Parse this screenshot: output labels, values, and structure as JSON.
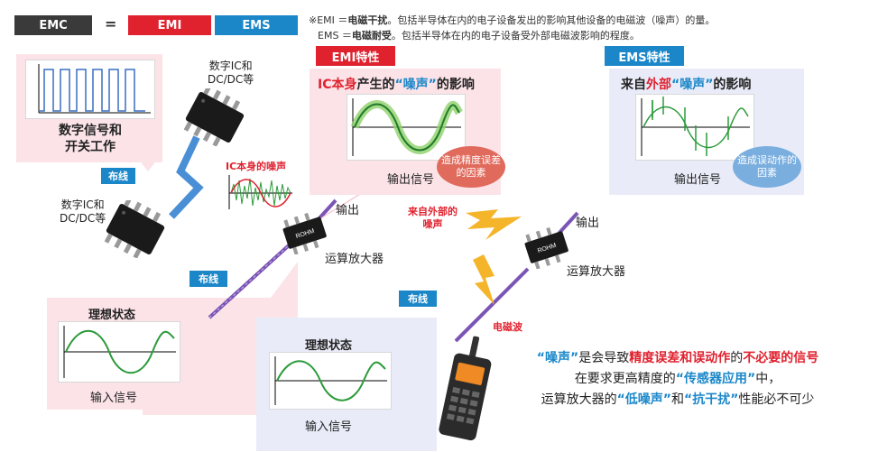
{
  "header": {
    "emc": "EMC",
    "equals": "=",
    "emi": "EMI",
    "ems": "EMS",
    "note1_prefix": "※EMI ＝",
    "note1_bold": "电磁干扰",
    "note1_rest": "。包括半导体在内的电子设备发出的影响其他设备的电磁波（噪声）的量。",
    "note2_prefix": "EMS ＝",
    "note2_bold": "电磁耐受",
    "note2_rest": "。包括半导体在内的电子设备受外部电磁波影响的程度。"
  },
  "digital": {
    "caption_line1": "数字信号和",
    "caption_line2": "开关工作",
    "ic_top_line1": "数字IC和",
    "ic_top_line2": "DC/DC等",
    "ic_bottom_line1": "数字IC和",
    "ic_bottom_line2": "DC/DC等",
    "wire_label": "布线"
  },
  "ic_noise": "IC本身的噪声",
  "emi_panel": {
    "badge": "EMI特性",
    "title_red": "IC本身",
    "title_mid": "产生的",
    "title_blue": "“噪声”",
    "title_end": "的影响",
    "output_label": "输出信号",
    "bubble": "造成精度误差的因素"
  },
  "ems_panel": {
    "badge": "EMS特性",
    "title_start": "来自",
    "title_red": "外部",
    "title_blue": "“噪声”",
    "title_end": "的影响",
    "output_label": "输出信号",
    "bubble": "造成误动作的因素"
  },
  "amp1": {
    "output": "输出",
    "name": "运算放大器",
    "wire_label": "布线"
  },
  "amp2": {
    "output": "输出",
    "name": "运算放大器",
    "wire_label": "布线"
  },
  "external_noise": {
    "line1": "来自外部的",
    "line2": "噪声"
  },
  "radio_wave": "电磁波",
  "ideal1": {
    "title": "理想状态",
    "input": "输入信号"
  },
  "ideal2": {
    "title": "理想状态",
    "input": "输入信号"
  },
  "chip_logo": "ROHM",
  "conclusion": {
    "l1_blue": "“噪声”",
    "l1_mid": "是会导致",
    "l1_red": "精度误差和误动作",
    "l1_mid2": "的",
    "l1_red2": "不必要的信号",
    "l2_start": "在要求更高精度的",
    "l2_blue": "“传感器应用”",
    "l2_end": "中，",
    "l3_start": "运算放大器的",
    "l3_blue1": "“低噪声”",
    "l3_mid": "和",
    "l3_blue2": "“抗干扰”",
    "l3_end": "性能必不可少"
  },
  "colors": {
    "emc": "#3a3a3a",
    "emi": "#e0222f",
    "ems": "#1b87c9",
    "emi_panel": "#fbe3e8",
    "ems_panel": "#e9ecf8",
    "wire": "#7b55b5"
  }
}
